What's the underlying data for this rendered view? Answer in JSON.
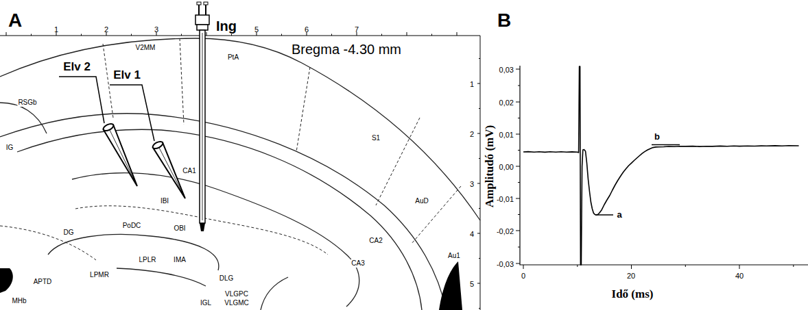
{
  "diagram": {
    "labels": [
      "A",
      "Ing",
      "Bregma -4.30 mm",
      "Elv 2",
      "Elv 1",
      "1",
      "2",
      "3",
      "5",
      "6",
      "7",
      "1",
      "2",
      "3",
      "4",
      "5",
      "V2MM",
      "PtA",
      "RSGb",
      "IG",
      "CA1",
      "IBI",
      "S1",
      "AuD",
      "Au1",
      "CA2",
      "CA3",
      "DG",
      "PoDC",
      "OBI",
      "LPLR",
      "IMA",
      "DLG",
      "LPMR",
      "APTD",
      "VLGPC",
      "VLGMC",
      "IGL",
      "MHb",
      "B",
      "Amplitudó (mV)",
      "0,03",
      "0,02",
      "0,01",
      "0,00",
      "-0,01",
      "-0,02",
      "-0,03",
      "0",
      "20",
      "40",
      "Idő (ms)",
      "a",
      "b"
    ]
  }
}
